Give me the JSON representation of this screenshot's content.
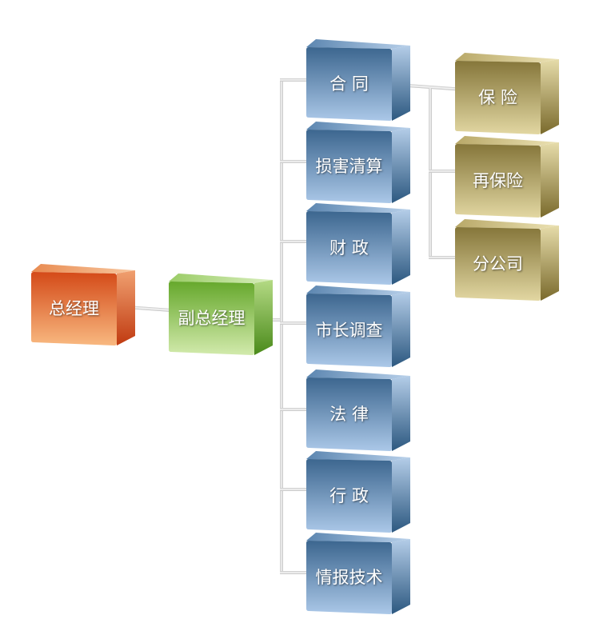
{
  "nodes": {
    "ceo": "总经理",
    "deputy": "副总经理",
    "departments": [
      "合 同",
      "损害清算",
      "财 政",
      "市长调查",
      "法 律",
      "行 政",
      "情报技术"
    ],
    "contract_sub": [
      "保 险",
      "再保险",
      "分公司"
    ]
  },
  "colors": {
    "ceo": "#d9501e",
    "deputy": "#6aaa2e",
    "department": "#3f6a93",
    "contract_sub": "#8a7a3c",
    "connector": "#d0d0d0"
  }
}
